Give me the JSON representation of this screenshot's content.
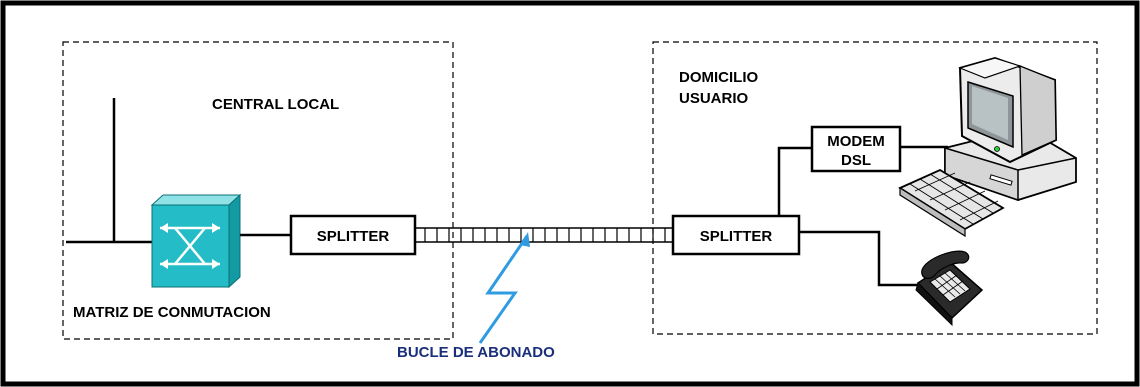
{
  "central": {
    "title": "CENTRAL LOCAL",
    "switch_label": "MATRIZ DE CONMUTACION",
    "splitter_label": "SPLITTER"
  },
  "home": {
    "title_line1": "DOMICILIO",
    "title_line2": "USUARIO",
    "splitter_label": "SPLITTER",
    "modem_line1": "MODEM",
    "modem_line2": "DSL"
  },
  "loop": {
    "label": "BUCLE DE ABONADO"
  },
  "icons": {
    "switch": "switching-matrix-icon",
    "computer": "desktop-computer-icon",
    "phone": "telephone-icon",
    "lightning": "lightning-icon"
  },
  "colors": {
    "switch_face": "#24bcc6",
    "switch_top": "#8fe3e6",
    "switch_side": "#149aa3",
    "lightning": "#2f9be0",
    "label_blue": "#1a2f7a"
  }
}
